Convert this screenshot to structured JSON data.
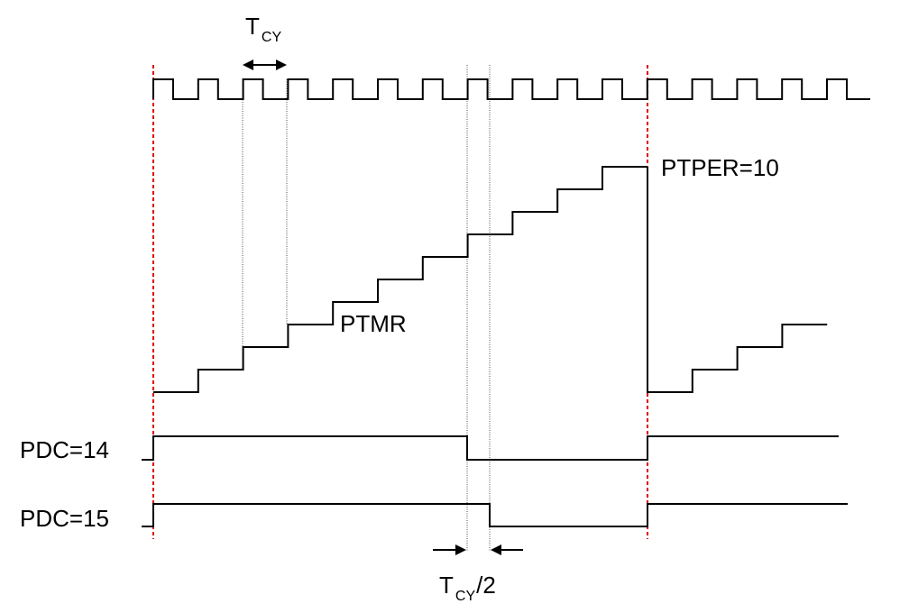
{
  "labels": {
    "tcy_main": "T",
    "tcy_sub": "CY",
    "ptper": "PTPER=10",
    "ptmr": "PTMR",
    "pdc14": "PDC=14",
    "pdc15": "PDC=15",
    "half_main": "T",
    "half_sub": "CY",
    "half_tail": "/2"
  },
  "colors": {
    "period_marker": "#e00000",
    "trace": "#000000"
  },
  "timer": {
    "period": 10,
    "steps_shown_first_period": 11,
    "steps_shown_second_period": 4
  },
  "duty_cycles": [
    14,
    15
  ]
}
